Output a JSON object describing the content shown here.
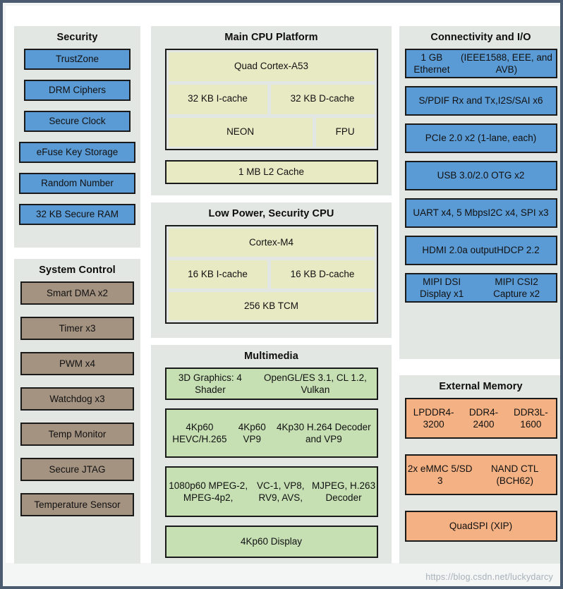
{
  "diagram": {
    "watermark": "https://blog.csdn.net/luckydarcy",
    "colors": {
      "blue": "#5b9bd5",
      "tan": "#a59382",
      "green": "#c6e0b4",
      "orange": "#f4b183",
      "yellow": "#e8eac4",
      "panel_bg": "#e2e7e3",
      "border": "#1a1a1a",
      "frame": "#4c5c70"
    }
  },
  "security": {
    "title": "Security",
    "items": [
      {
        "label": "TrustZone"
      },
      {
        "label": "DRM Ciphers"
      },
      {
        "label": "Secure Clock"
      },
      {
        "label": "eFuse Key Storage"
      },
      {
        "label": "Random Number"
      },
      {
        "label": "32 KB Secure RAM"
      }
    ]
  },
  "system_control": {
    "title": "System Control",
    "items": [
      {
        "label": "Smart DMA x2"
      },
      {
        "label": "Timer x3"
      },
      {
        "label": "PWM x4"
      },
      {
        "label": "Watchdog x3"
      },
      {
        "label": "Temp Monitor"
      },
      {
        "label": "Secure JTAG"
      },
      {
        "label": "Temperature Sensor"
      }
    ]
  },
  "main_cpu": {
    "title": "Main CPU Platform",
    "cluster": {
      "core": "Quad Cortex-A53",
      "icache": "32 KB I-cache",
      "dcache": "32 KB D-cache",
      "neon": "NEON",
      "fpu": "FPU"
    },
    "l2": "1 MB L2 Cache"
  },
  "low_power_cpu": {
    "title": "Low Power, Security CPU",
    "cluster": {
      "core": "Cortex-M4",
      "icache": "16 KB I-cache",
      "dcache": "16 KB D-cache",
      "tcm": "256 KB TCM"
    }
  },
  "multimedia": {
    "title": "Multimedia",
    "items": [
      {
        "lines": [
          "3D Graphics: 4 Shader",
          "OpenGL/ES 3.1, CL 1.2, Vulkan"
        ]
      },
      {
        "lines": [
          "4Kp60 HEVC/H.265",
          "4Kp60 VP9",
          "4Kp30 H.264 Decoder and VP9"
        ]
      },
      {
        "lines": [
          "1080p60 MPEG-2, MPEG-4p2,",
          "VC-1, VP8, RV9, AVS,",
          "MJPEG, H.263 Decoder"
        ]
      },
      {
        "lines": [
          "4Kp60 Display"
        ]
      }
    ]
  },
  "connectivity": {
    "title": "Connectivity and I/O",
    "items": [
      {
        "lines": [
          "1 GB Ethernet",
          "(IEEE1588, EEE, and AVB)"
        ]
      },
      {
        "lines": [
          "S/PDIF Rx and Tx,",
          "I2S/SAI x6"
        ]
      },
      {
        "lines": [
          "PCIe 2.0 x2 (1-lane, each)"
        ]
      },
      {
        "lines": [
          "USB 3.0/2.0 OTG x2"
        ]
      },
      {
        "lines": [
          "UART x4, 5 Mbps",
          "I2C x4, SPI x3"
        ]
      },
      {
        "lines": [
          "HDMI 2.0a output",
          "HDCP 2.2"
        ]
      },
      {
        "lines": [
          "MIPI DSI Display x1",
          "MIPI CSI2 Capture x2"
        ]
      }
    ]
  },
  "external_memory": {
    "title": "External Memory",
    "items": [
      {
        "lines": [
          "LPDDR4-3200",
          "DDR4-2400",
          "DDR3L-1600"
        ]
      },
      {
        "lines": [
          "2x eMMC 5/SD 3",
          "NAND CTL (BCH62)"
        ]
      },
      {
        "lines": [
          "QuadSPI (XIP)"
        ]
      }
    ]
  }
}
